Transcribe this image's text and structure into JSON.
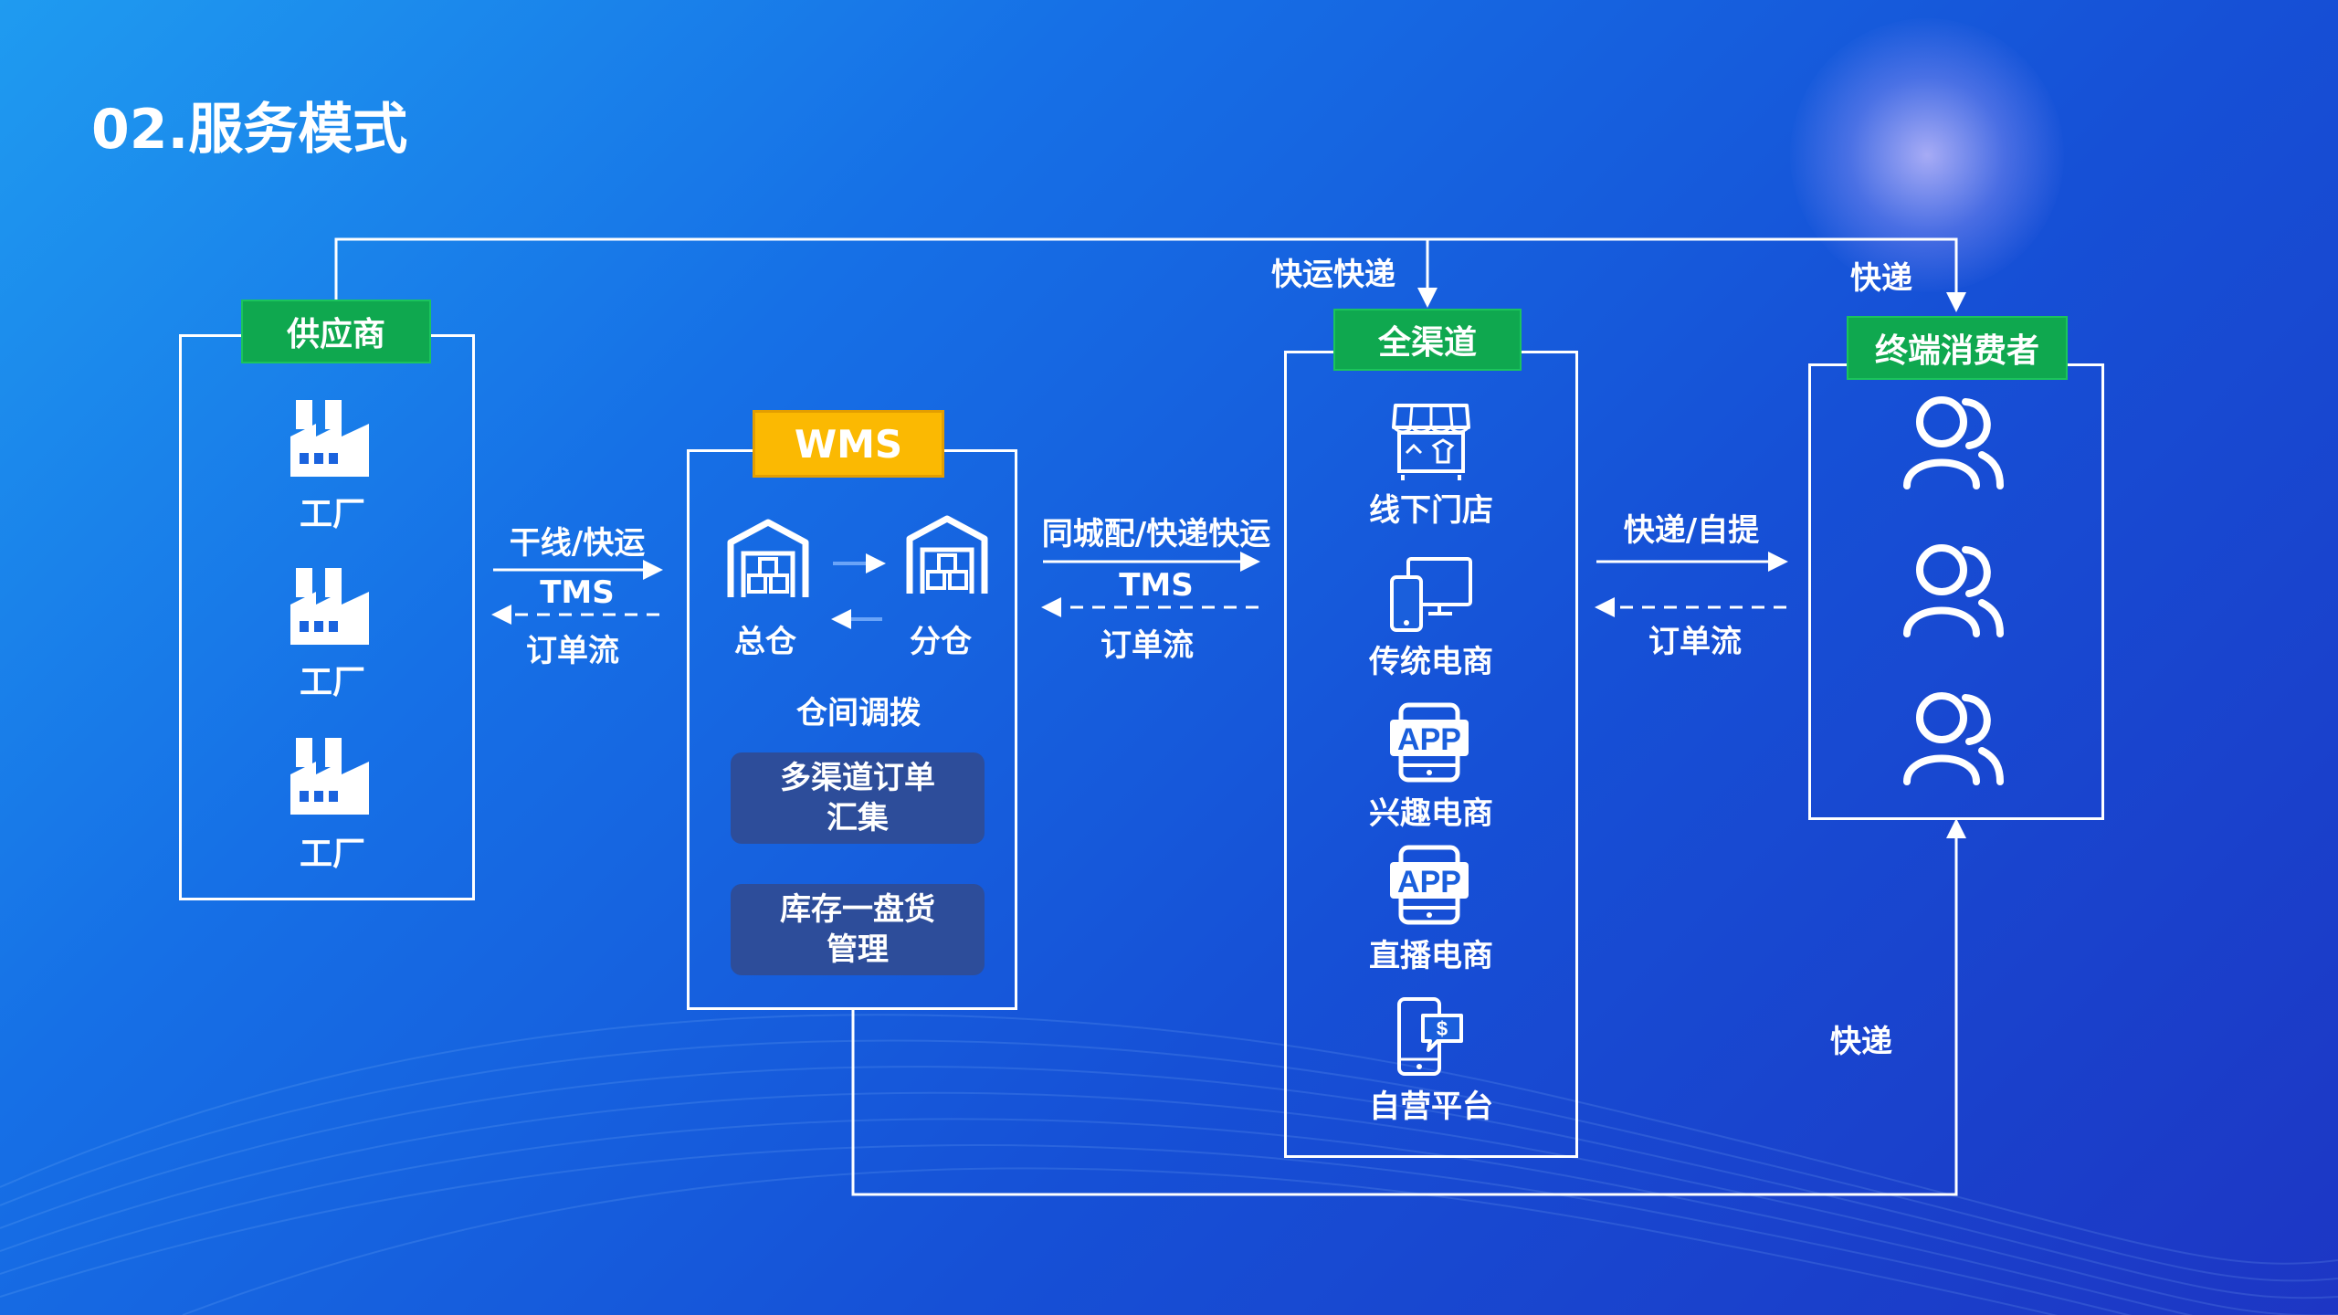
{
  "title": "02.服务模式",
  "colors": {
    "green_label": "#0fa84f",
    "wms_label": "#fbb902",
    "pill_bg": "#2d4d9a",
    "line": "#ffffff"
  },
  "supplier": {
    "label": "供应商",
    "factories": [
      "工厂",
      "工厂",
      "工厂"
    ],
    "icon": "factory-icon"
  },
  "link_supplier_wms": {
    "top": "干线/快运",
    "middle": "TMS",
    "bottom": "订单流"
  },
  "wms": {
    "label": "WMS",
    "main_warehouse": "总仓",
    "branch_warehouse": "分仓",
    "transfer": "仓间调拨",
    "pills": [
      {
        "line1": "多渠道订单",
        "line2": "汇集"
      },
      {
        "line1": "库存一盘货",
        "line2": "管理"
      }
    ],
    "icon": "warehouse-icon"
  },
  "link_wms_channel": {
    "top": "同城配/快递快运",
    "middle": "TMS",
    "bottom": "订单流"
  },
  "channel": {
    "label": "全渠道",
    "items": [
      "线下门店",
      "传统电商",
      "兴趣电商",
      "直播电商",
      "自营平台"
    ],
    "app_text": "APP",
    "icons": [
      "store-icon",
      "devices-icon",
      "app-icon",
      "app-icon",
      "phone-pay-icon"
    ]
  },
  "link_channel_consumer": {
    "top": "快递/自提",
    "bottom": "订单流"
  },
  "consumer": {
    "label": "终端消费者",
    "icon": "users-icon"
  },
  "top_route": {
    "to_channel": "快运快递",
    "to_consumer": "快递"
  },
  "bottom_route": {
    "label": "快递"
  }
}
